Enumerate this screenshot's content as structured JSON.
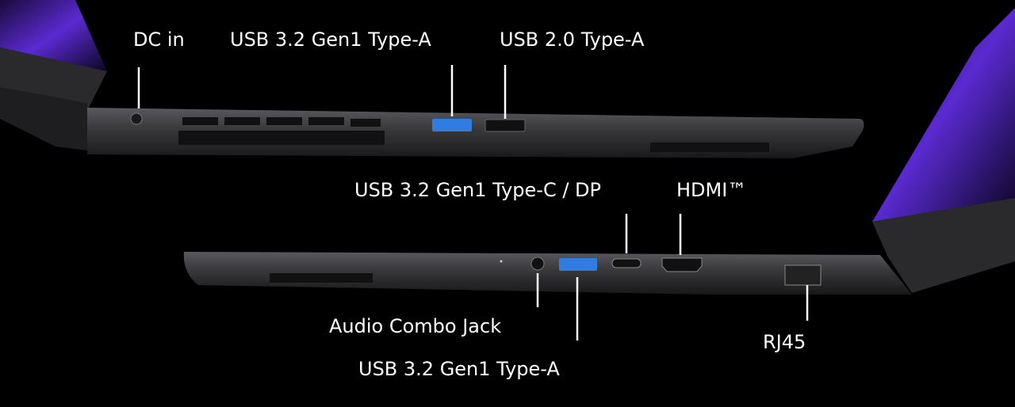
{
  "labels": {
    "dc_in": "DC in",
    "usb32_a_top": "USB 3.2 Gen1 Type-A",
    "usb20_a": "USB 2.0 Type-A",
    "usb32_c_dp": "USB 3.2 Gen1 Type-C / DP",
    "hdmi": "HDMI™",
    "audio": "Audio Combo Jack",
    "usb32_a_bottom": "USB 3.2 Gen1 Type-A",
    "rj45": "RJ45"
  },
  "colors": {
    "background": "#000000",
    "usb3_port": "#2f7de0",
    "label": "#ffffff",
    "chassis": "#3a3a3c"
  }
}
